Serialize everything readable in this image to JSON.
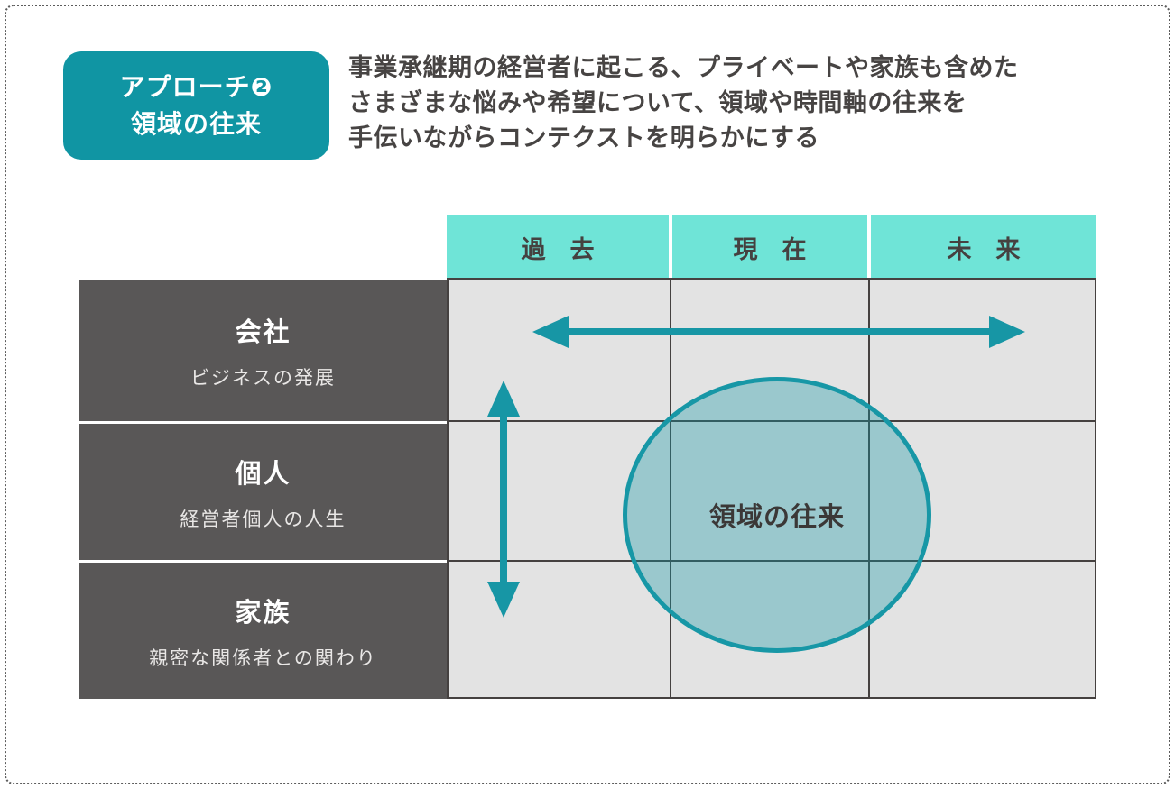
{
  "badge": {
    "line1": "アプローチ❷",
    "line2": "領域の往来"
  },
  "description": {
    "lines": [
      "事業承継期の経営者に起こる、プライベートや家族も含めた",
      "さまざまな悩みや希望について、領域や時間軸の往来を",
      "手伝いながらコンテクストを明らかにする"
    ]
  },
  "matrix": {
    "column_headers": [
      "過　去",
      "現　在",
      "未　来"
    ],
    "rows": [
      {
        "title": "会社",
        "subtitle": "ビジネスの発展"
      },
      {
        "title": "個人",
        "subtitle": "経営者個人の人生"
      },
      {
        "title": "家族",
        "subtitle": "親密な関係者との関わり"
      }
    ],
    "overlay_label": "領域の往来"
  },
  "icons": {
    "time_axis_arrow": "horizontal-double-arrow",
    "domain_axis_arrow": "vertical-double-arrow"
  },
  "colors": {
    "accent_teal": "#1095a3",
    "header_turquoise": "#6fe4d7",
    "row_label_gray": "#595757",
    "cell_gray": "#e3e3e3",
    "grid_line": "#454140",
    "text_dark": "#474443",
    "ellipse_fill": "rgba(16,149,163,0.35)"
  }
}
